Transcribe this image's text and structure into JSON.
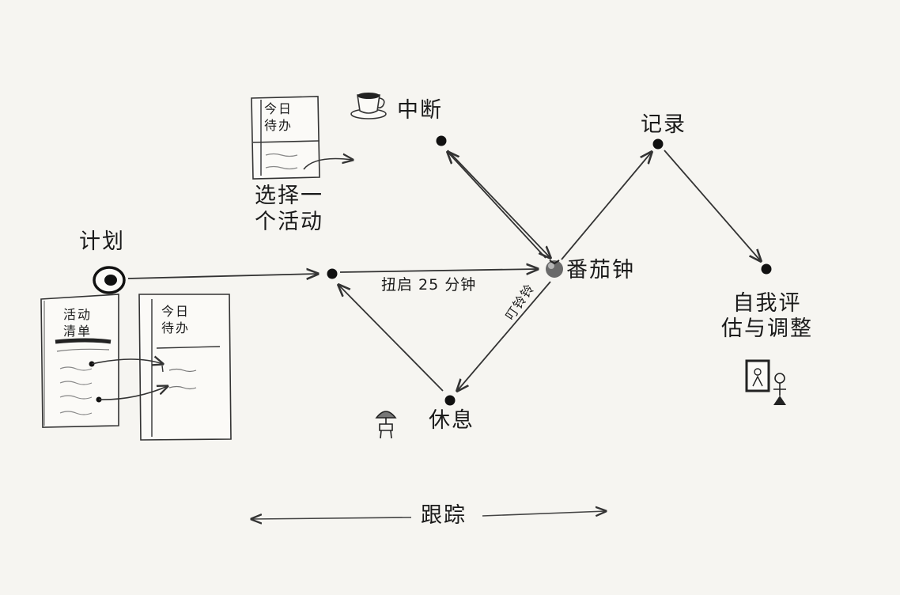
{
  "nodes": {
    "plan": "计划",
    "choose": "选择一\n个活动",
    "interrupt": "中断",
    "pomodoro": "番茄钟",
    "record": "记录",
    "rest": "休息",
    "review": "自我评\n估与调整"
  },
  "edges": {
    "start": "扭启 25 分钟",
    "ding": "叮铃铃"
  },
  "papers": {
    "activity_list": "活动\n清单",
    "todo_today_a": "今日\n待办",
    "todo_today_b": "今日\n待办"
  },
  "tracking": "跟踪",
  "icons": [
    "eye-icon",
    "coffee-cup-icon",
    "tomato-icon",
    "umbrella-person-icon",
    "mirror-person-icon"
  ]
}
